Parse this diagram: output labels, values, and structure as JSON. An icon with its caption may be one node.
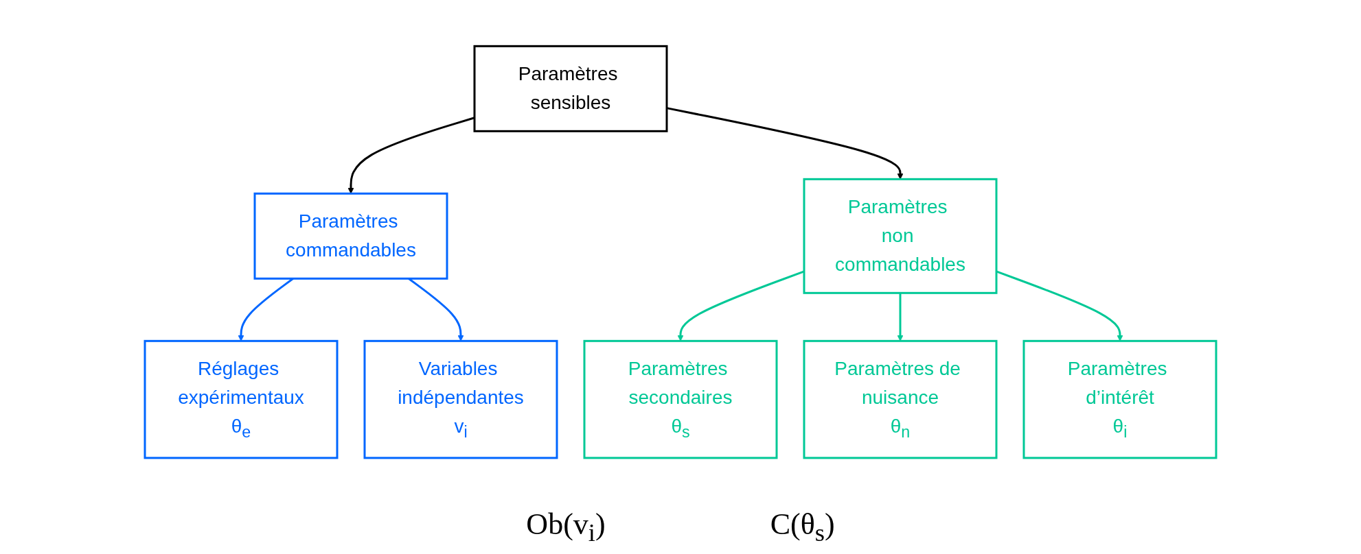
{
  "diagram": {
    "nodes": [
      {
        "text": [
          "Paramètres sensibles"
        ]
      },
      {
        "text": [
          "Paramètres commandables"
        ]
      },
      {
        "text": [
          "Réglages expérimentaux",
          "θ$_{e}$"
        ]
      },
      {
        "text": [
          "Variables indépendantes",
          "v$_{i}$"
        ]
      },
      {
        "text": [
          "Paramètres non commandables"
        ]
      },
      {
        "text": [
          "Paramètres secondaires",
          "θ$_{s}$"
        ]
      },
      {
        "text": [
          "Paramètres de nuisance",
          "θ$_{n}$"
        ]
      },
      {
        "text": [
          "Paramètres d’intérêt",
          "θ$_{i}$"
        ]
      }
    ],
    "edges": [
      {
        "from": 0,
        "to": 1,
        "arrow": "to",
        "color": "#000000"
      },
      {
        "from": 0,
        "to": 4,
        "arrow": "to",
        "color": "#000000"
      },
      {
        "from": 1,
        "to": 2,
        "arrow": "to",
        "color": "#0066ff"
      },
      {
        "from": 1,
        "to": 3,
        "arrow": "to",
        "color": "#0066ff"
      },
      {
        "from": 4,
        "to": 5,
        "arrow": "to",
        "color": "#00c896"
      },
      {
        "from": 4,
        "to": 6,
        "arrow": "to",
        "color": "#00c896"
      },
      {
        "from": 4,
        "to": 7,
        "arrow": "to",
        "color": "#00c896"
      }
    ],
    "labels": [
      "Ob(v$_{i}$)",
      "C(θ$_{s}$)"
    ]
  }
}
